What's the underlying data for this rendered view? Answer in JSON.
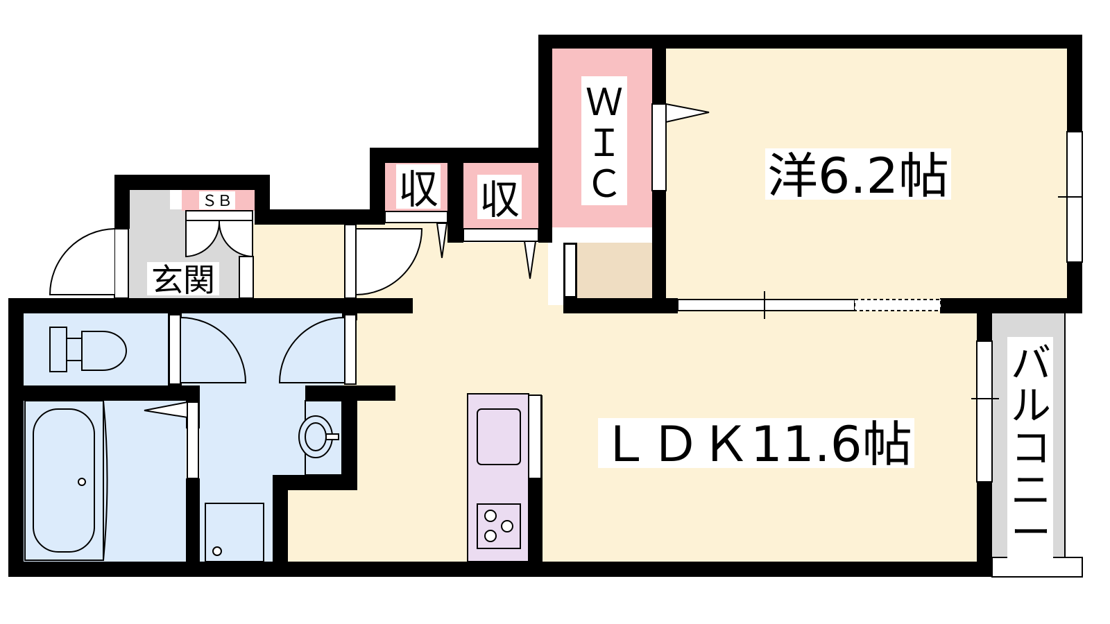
{
  "rooms": {
    "western": {
      "label": "洋6.2帖"
    },
    "ldk": {
      "label": "ＬＤＫ11.6帖"
    },
    "entrance": {
      "label": "玄関"
    },
    "shoe_box": {
      "label": "ＳＢ"
    },
    "storage_1": {
      "label": "収"
    },
    "storage_2": {
      "label": "収"
    },
    "walk_in_closet": {
      "label_lines": [
        "Ｗ",
        "Ｉ",
        "Ｃ"
      ]
    },
    "balcony": {
      "label_chars": [
        "バ",
        "ル",
        "コ",
        "ニ",
        "ー"
      ]
    }
  },
  "colors": {
    "wall": "#000000",
    "living_floor": "#fdf2d6",
    "wet_area": "#dcebfb",
    "storage": "#f9c0c2",
    "kitchen": "#ebdcf1",
    "entrance_floor": "#d9d9d9",
    "closet_nook": "#efddc2",
    "balcony_floor": "#d9d9d9"
  }
}
